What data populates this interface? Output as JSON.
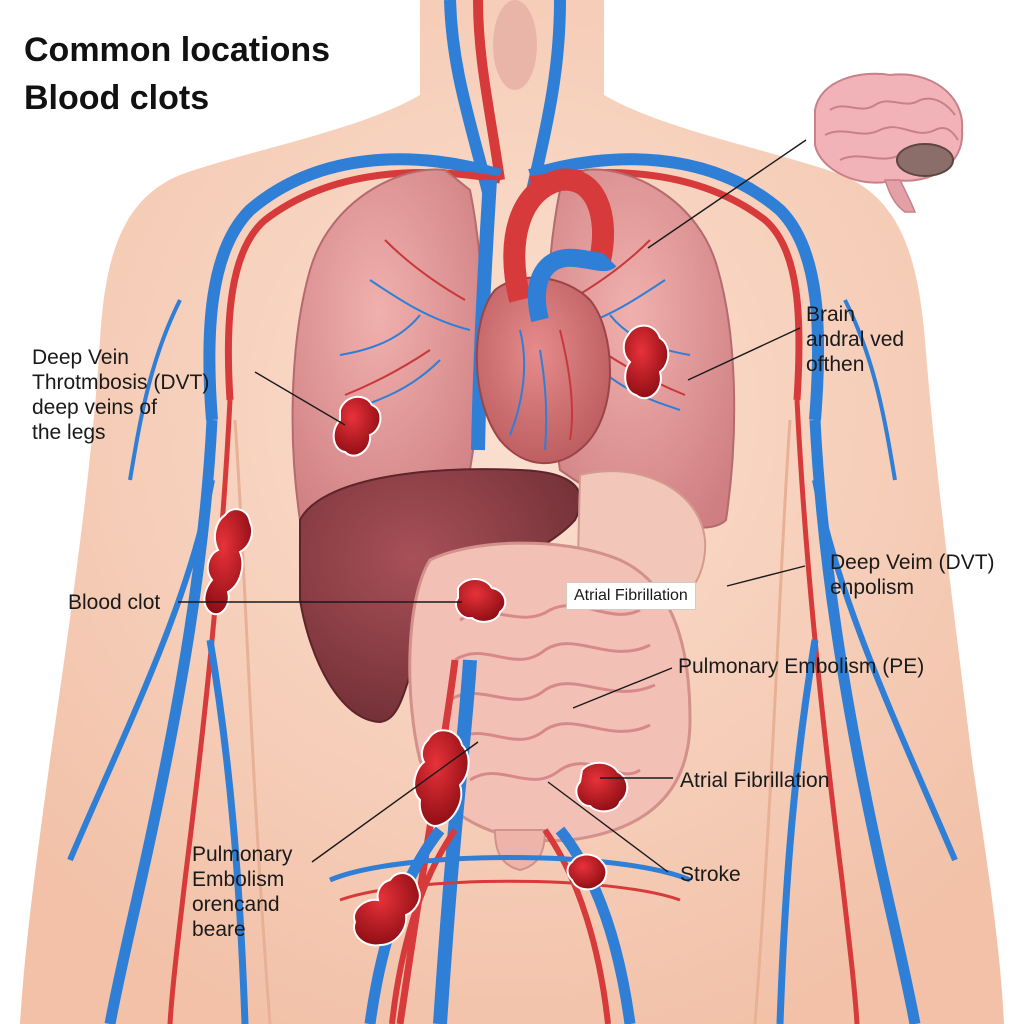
{
  "title": {
    "line1": "Common locations",
    "line2": "Blood clots"
  },
  "labels": {
    "dvt_left": [
      "Deep Vein",
      "Throtmbosis (DVT)",
      "deep veins of",
      "the legs"
    ],
    "blood_clot": "Blood clot",
    "pe_left": [
      "Pulmonary",
      "Embolism",
      "orencand",
      "beare"
    ],
    "brain": [
      "Brain",
      "andral ved",
      "ofthen"
    ],
    "dvt_right": [
      "Deep Veim (DVT)",
      "enpolism"
    ],
    "af_box": "Atrial Fibrillation",
    "pe_right": "Pulmonary Embolism (PE)",
    "af_right": "Atrial Fibrillation",
    "stroke": "Stroke"
  },
  "colors": {
    "vein": "#2f7fd6",
    "artery": "#d63a3a",
    "skin": "#f9d5c2",
    "lung": "#e49a9a",
    "liver": "#8e4048",
    "intestine": "#f0b8b0",
    "clot": "#b5121b"
  }
}
